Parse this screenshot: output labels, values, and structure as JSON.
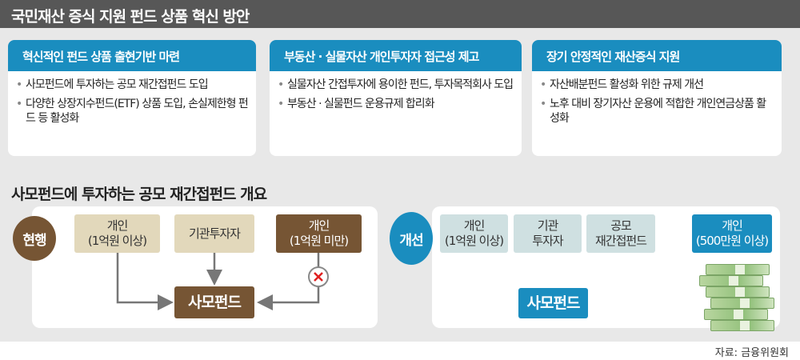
{
  "title": "국민재산 증식 지원 펀드 상품 혁신 방안",
  "cards": [
    {
      "header": "혁신적인 펀드 상품 출현기반 마련",
      "items": [
        "사모펀드에 투자하는 공모 재간접펀드 도입",
        "다양한 상장지수펀드(ETF) 상품 도입, 손실제한형 펀드 등 활성화"
      ]
    },
    {
      "header": "부동산 · 실물자산 개인투자자 접근성 제고",
      "items": [
        "실물자산 간접투자에 용이한 펀드, 투자목적회사 도입",
        "부동산 · 실물펀드 운용규제 합리화"
      ]
    },
    {
      "header": "장기 안정적인 재산증식 지원",
      "items": [
        "자산배분펀드 활성화 위한 규제 개선",
        "노후 대비 장기자산 운용에 적합한 개인연금상품 활성화"
      ]
    }
  ],
  "section_title": "사모펀드에 투자하는 공모 재간접펀드 개요",
  "current": {
    "label": "현행",
    "boxes": [
      {
        "l1": "개인",
        "l2": "(1억원 이상)"
      },
      {
        "l1": "기관투자자"
      },
      {
        "l1": "개인",
        "l2": "(1억원 미만)"
      }
    ],
    "target": "사모펀드",
    "mark": "✕"
  },
  "improved": {
    "label": "개선",
    "boxes": [
      {
        "l1": "개인",
        "l2": "(1억원 이상)"
      },
      {
        "l1": "기관",
        "l2": "투자자"
      },
      {
        "l1": "공모",
        "l2": "재간접펀드"
      },
      {
        "l1": "개인",
        "l2": "(500만원 이상)"
      }
    ],
    "target": "사모펀드"
  },
  "source": "자료: 금융위원회"
}
